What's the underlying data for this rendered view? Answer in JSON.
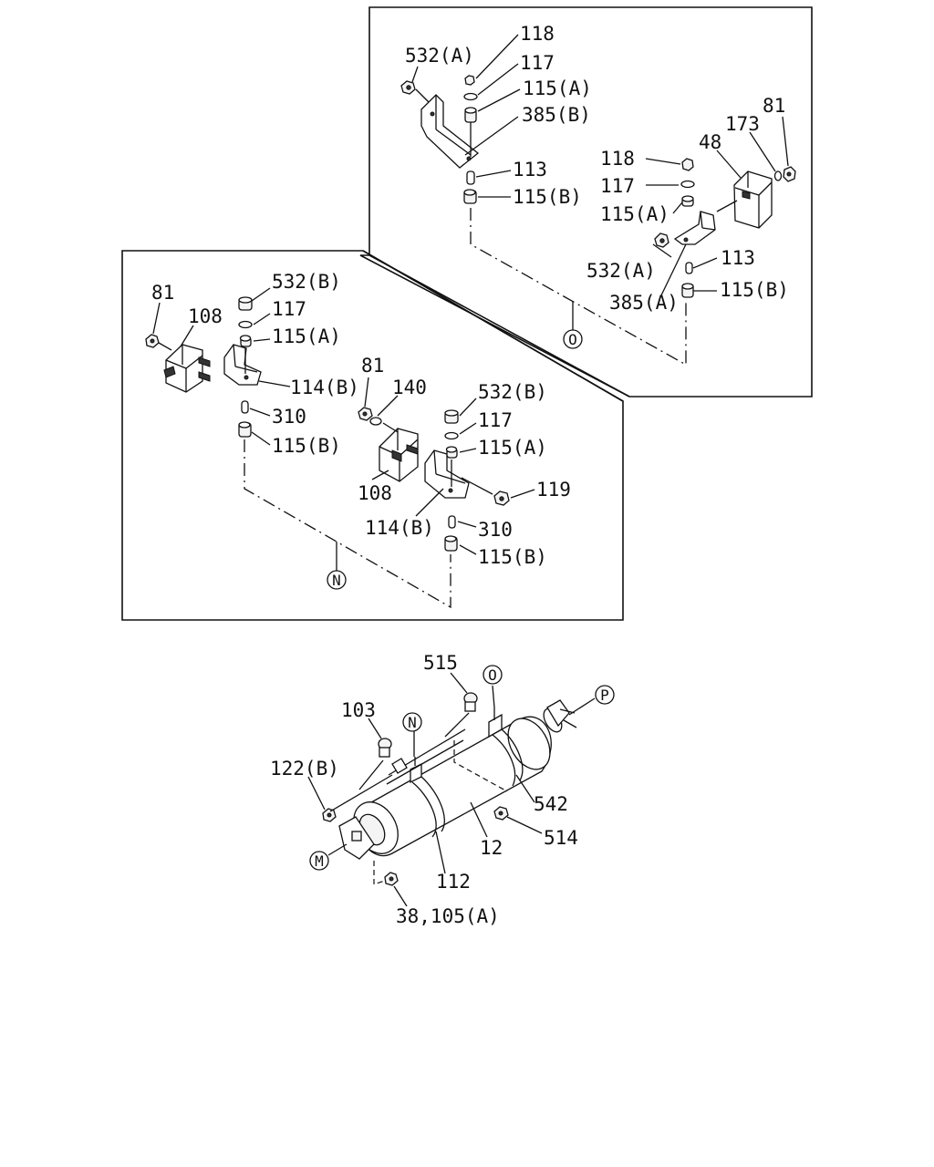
{
  "diagram": {
    "top_box_labels": {
      "l532A_top": "532(A)",
      "l118_top": "118",
      "l117_top": "117",
      "l115A_top": "115(A)",
      "l385B": "385(B)",
      "l113_top": "113",
      "l115B_top": "115(B)",
      "l81_topright": "81",
      "l173": "173",
      "l48": "48",
      "l118_right": "118",
      "l117_right": "117",
      "l115A_right": "115(A)",
      "l532A_right": "532(A)",
      "l113_right": "113",
      "l385A": "385(A)",
      "l115B_right": "115(B)"
    },
    "mid_box_labels": {
      "l81_left": "81",
      "l108_left": "108",
      "l532B_left": "532(B)",
      "l117_left": "117",
      "l115A_left": "115(A)",
      "l114B_left": "114(B)",
      "l310_left": "310",
      "l115B_left": "115(B)",
      "l81_mid": "81",
      "l140": "140",
      "l532B_mid": "532(B)",
      "l117_mid": "117",
      "l115A_mid": "115(A)",
      "l108_mid": "108",
      "l119": "119",
      "l114B_mid": "114(B)",
      "l310_mid": "310",
      "l115B_mid": "115(B)"
    },
    "muffler_labels": {
      "l515": "515",
      "l103": "103",
      "l122B": "122(B)",
      "l542": "542",
      "l514": "514",
      "l12": "12",
      "l112": "112",
      "l38_105A": "38,105(A)"
    },
    "ref_markers": {
      "O_top": "O",
      "N_mid": "N",
      "O_muffler": "O",
      "N_muffler": "N",
      "P_muffler": "P",
      "M_muffler": "M"
    }
  }
}
